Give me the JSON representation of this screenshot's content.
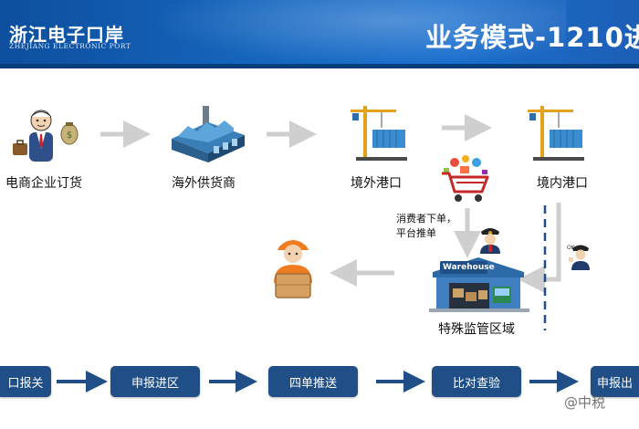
{
  "header": {
    "logo_cn": "浙江电子口岸",
    "logo_en": "ZHEJIANG ELECTRONIC PORT",
    "title": "业务模式-1210进"
  },
  "nodes": {
    "merchant": "电商企业订货",
    "supplier": "海外供货商",
    "foreign_port": "境外港口",
    "domestic_port": "境内港口",
    "zone": "特殊监管区域",
    "warehouse_sign": "Warehouse"
  },
  "note": {
    "line1": "消费者下单，",
    "line2": "平台推单"
  },
  "steps": [
    "口报关",
    "申报进区",
    "四单推送",
    "比对查验",
    "申报出"
  ],
  "watermark": "@中税"
}
